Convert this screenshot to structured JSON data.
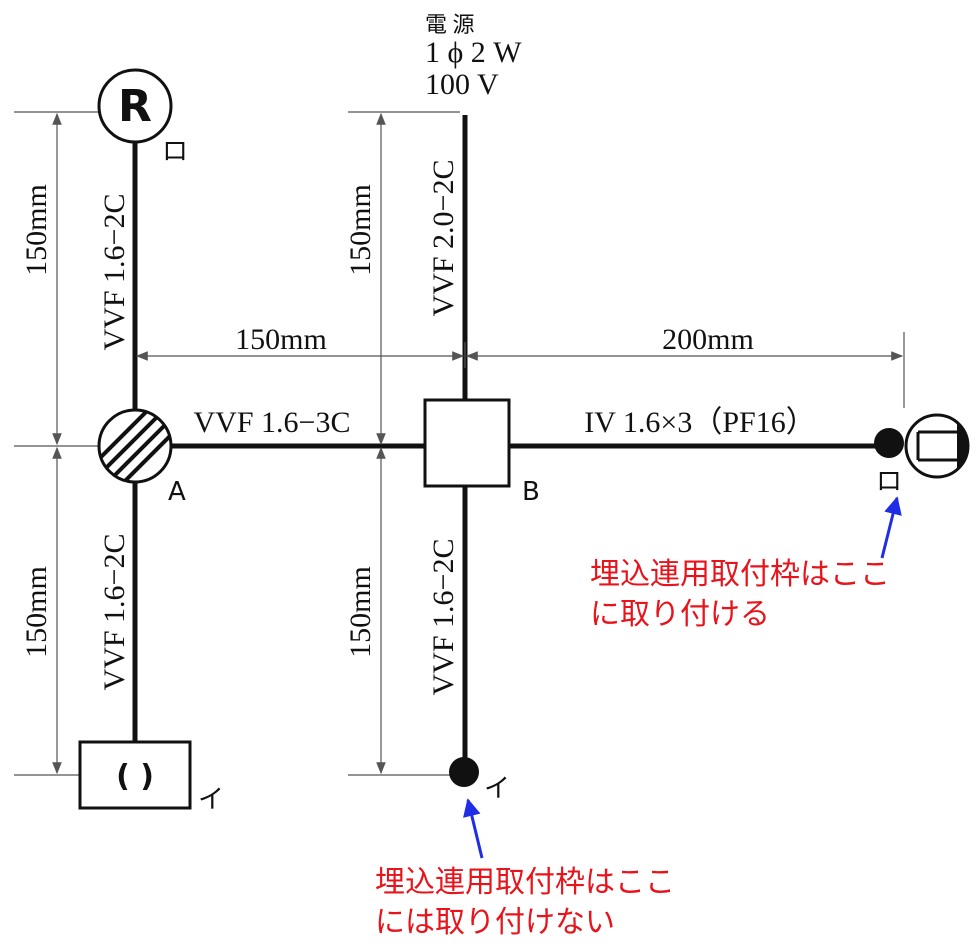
{
  "power_source": {
    "title": "電 源",
    "phase": "1 ϕ 2 W",
    "voltage": "100 V"
  },
  "components": {
    "receptacle_r": {
      "symbol": "R",
      "tag": "ロ"
    },
    "lamp_a": {
      "tag": "A"
    },
    "box_b": {
      "tag": "B"
    },
    "pull_switch_i": {
      "symbol": "( )",
      "tag": "イ"
    },
    "switch_i": {
      "tag": "イ"
    },
    "outlet_ro": {
      "tag": "ロ"
    }
  },
  "cables": {
    "a_to_r": "VVF 1.6−2C",
    "a_to_i": "VVF 1.6−2C",
    "a_to_b": "VVF 1.6−3C",
    "b_to_source": "VVF 2.0−2C",
    "b_to_i": "VVF 1.6−2C",
    "b_to_ro": "IV 1.6×3（PF16）"
  },
  "dimensions": {
    "left_upper": "150mm",
    "left_lower": "150mm",
    "center_upper": "150mm",
    "center_lower": "150mm",
    "horizontal_left": "150mm",
    "horizontal_right": "200mm"
  },
  "notes": {
    "attach_here_line1": "埋込連用取付枠はここ",
    "attach_here_line2": "に取り付ける",
    "not_here_line1": "埋込連用取付枠はここ",
    "not_here_line2": "には取り付けない",
    "text_color": "#e8141c",
    "arrow_color": "#1f2ee6"
  }
}
